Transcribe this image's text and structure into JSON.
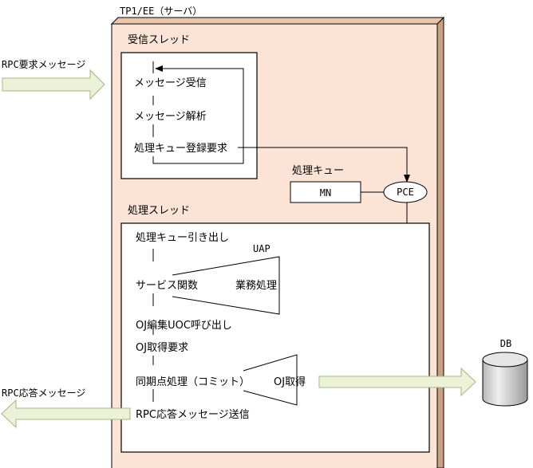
{
  "server_label": "TP1/EE（サーバ）",
  "rpc_request": "RPC要求メッセージ",
  "rpc_response": "RPC応答メッセージ",
  "recv_thread": {
    "title": "受信スレッド",
    "steps": [
      "メッセージ受信",
      "メッセージ解析",
      "処理キュー登録要求"
    ]
  },
  "queue": {
    "title": "処理キュー",
    "mn": "MN",
    "pce": "PCE"
  },
  "proc_thread": {
    "title": "処理スレッド",
    "dequeue": "処理キュー引き出し",
    "uap": "UAP",
    "service_func": "サービス関数",
    "business": "業務処理",
    "oj_edit": "OJ編集UOC呼び出し",
    "oj_request": "OJ取得要求",
    "sync_point": "同期点処理（コミット）",
    "oj_get": "OJ取得",
    "send": "RPC応答メッセージ送信"
  },
  "db": "DB",
  "colors": {
    "server_fill": "#fbe4d5",
    "server_shadow": "#c9a080",
    "arrow_fill": "#ebf2d8",
    "arrow_stroke": "#a6b680",
    "cylinder": "#cfcfcf"
  }
}
